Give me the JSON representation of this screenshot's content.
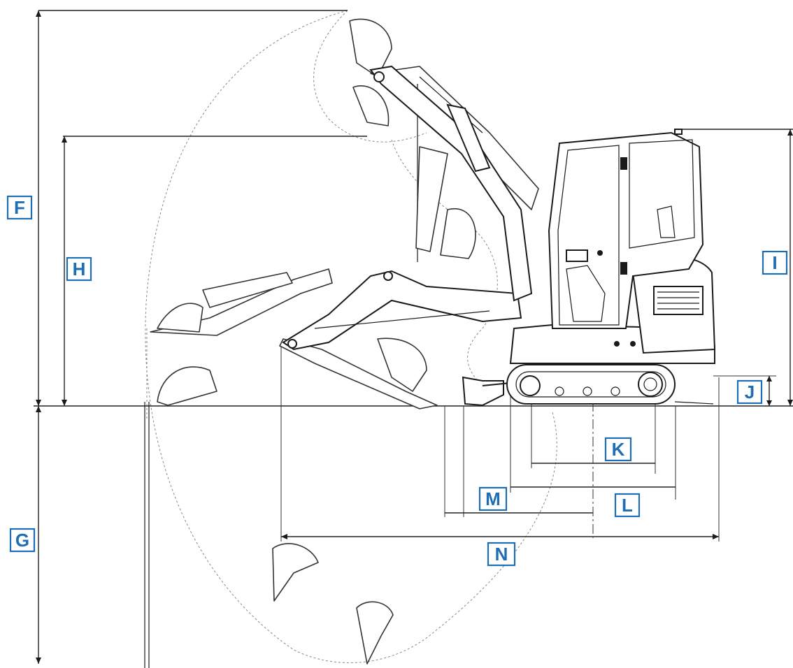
{
  "diagram": {
    "labels": {
      "F": "F",
      "G": "G",
      "H": "H",
      "I": "I",
      "J": "J",
      "K": "K",
      "L": "L",
      "M": "M",
      "N": "N"
    },
    "colors": {
      "label_border": "#1f6db5",
      "label_text": "#1f6db5",
      "line": "#222222",
      "envelope": "#888888"
    }
  }
}
